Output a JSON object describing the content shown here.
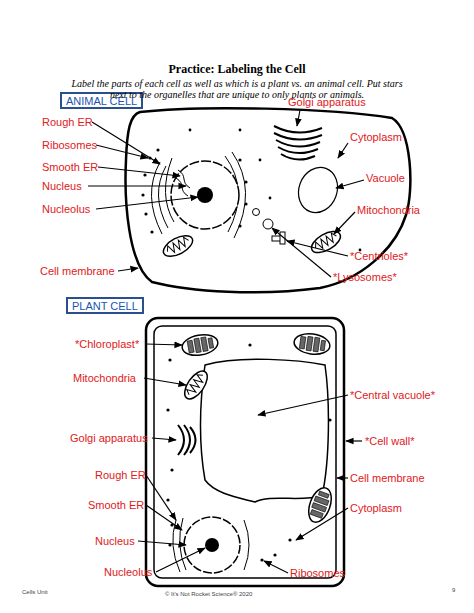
{
  "diagram": {
    "title": "Practice: Labeling the Cell",
    "nodes": [
      {
        "text": [
          "ANIMAL CELL"
        ]
      },
      {
        "text": [
          "PLANT CELL"
        ]
      }
    ],
    "labels": [
      "Label the parts of each cell as well as which is a plant vs. an animal cell. Put stars next to the organelles that are unique to only plants or animals.",
      "Golgi apparatus",
      "Rough ER",
      "Cytoplasm",
      "Ribosomes",
      "Smooth ER",
      "Vacuole",
      "Nucleus",
      "Nucleolus",
      "Mitochondria",
      "*Centrioles*",
      "Cell membrane",
      "*Lysosomes*",
      "*Chloroplast*",
      "Mitochondria",
      "*Central vacuole*",
      "Golgi apparatus",
      "*Cell wall*",
      "Rough ER",
      "Cell membrane",
      "Smooth ER",
      "Cytoplasm",
      "Nucleus",
      "Nucleolus",
      "Ribosomes",
      "Cells Unit",
      "© It's Not Rocket Science® 2020",
      "9"
    ]
  }
}
